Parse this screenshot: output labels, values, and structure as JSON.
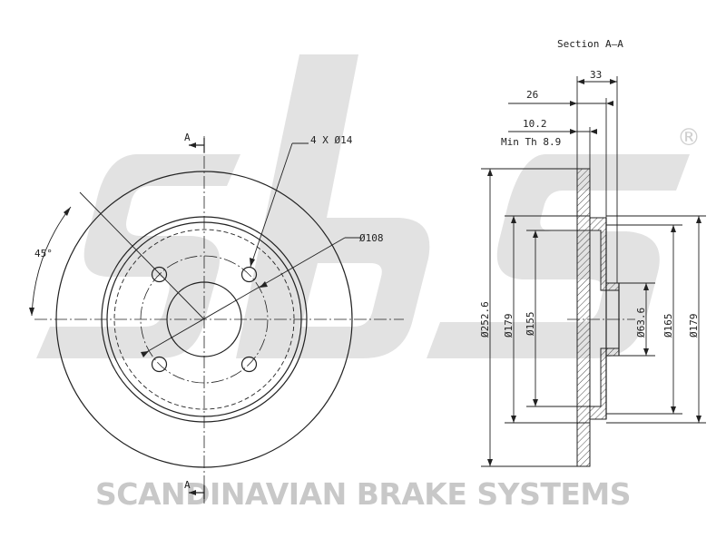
{
  "diagram": {
    "brand_lettering": "sbs",
    "brand_caption": "SCANDINAVIAN BRAKE SYSTEMS",
    "registered_mark": "®",
    "section_title": "Section A–A",
    "section_marker": "A",
    "labels": {
      "bolt_holes": "4 X Ø14",
      "pcd": "Ø108",
      "angle": "45°",
      "width_total": "33",
      "width_hat": "26",
      "thickness": "10.2",
      "min_thickness": "Min Th 8.9",
      "outer_diameter": "Ø252.6",
      "dia_179_left": "Ø179",
      "dia_155": "Ø155",
      "center_bore": "Ø63.6",
      "dia_165": "Ø165",
      "dia_179_right": "Ø179"
    },
    "colors": {
      "line": "#222222",
      "watermark": "#e2e2e2",
      "watermark_text": "#c8c8c8"
    }
  }
}
